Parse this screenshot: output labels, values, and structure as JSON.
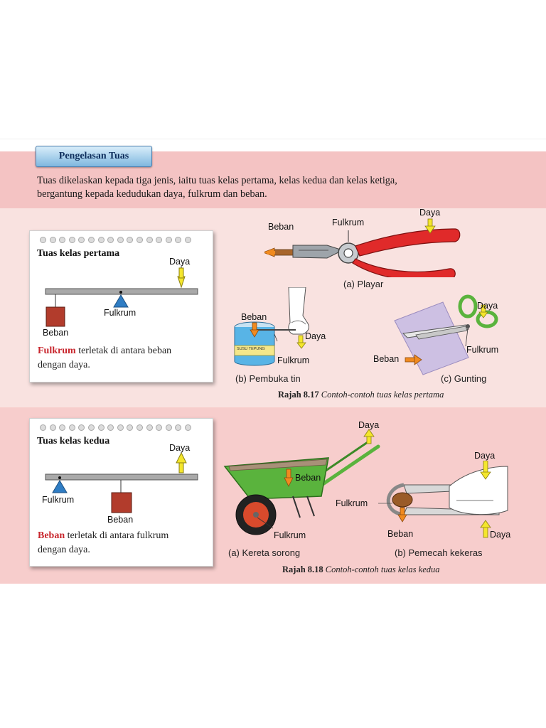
{
  "section": {
    "title": "Pengelasan Tuas",
    "intro_line1": "Tuas dikelaskan kepada tiga jenis, iaitu tuas kelas pertama, kelas kedua dan kelas ketiga,",
    "intro_line2": "bergantung kepada kedudukan daya, fulkrum dan beban."
  },
  "class1": {
    "title": "Tuas kelas pertama",
    "daya": "Daya",
    "fulkrum": "Fulkrum",
    "beban": "Beban",
    "desc_keyword": "Fulkrum",
    "desc_rest": "terletak di antara beban",
    "desc_line2": "dengan daya.",
    "pliers": {
      "beban": "Beban",
      "fulkrum": "Fulkrum",
      "daya": "Daya",
      "caption": "(a) Playar"
    },
    "tin_opener": {
      "beban": "Beban",
      "daya": "Daya",
      "fulkrum": "Fulkrum",
      "can_label": "SUSU TEPUNG",
      "caption": "(b) Pembuka tin"
    },
    "scissors": {
      "daya": "Daya",
      "fulkrum": "Fulkrum",
      "beban": "Beban",
      "caption": "(c) Gunting"
    },
    "figure_num": "Rajah 8.17",
    "figure_text": "Contoh-contoh tuas kelas pertama"
  },
  "class2": {
    "title": "Tuas kelas kedua",
    "daya": "Daya",
    "fulkrum": "Fulkrum",
    "beban": "Beban",
    "desc_keyword": "Beban",
    "desc_rest": "terletak di antara fulkrum",
    "desc_line2": "dengan daya.",
    "wheelbarrow": {
      "daya": "Daya",
      "beban": "Beban",
      "fulkrum": "Fulkrum",
      "caption": "(a) Kereta sorong"
    },
    "nutcracker": {
      "daya_top": "Daya",
      "fulkrum": "Fulkrum",
      "beban": "Beban",
      "daya_bottom": "Daya",
      "caption": "(b) Pemecah kekeras"
    },
    "figure_num": "Rajah 8.18",
    "figure_text": "Contoh-contoh tuas kelas kedua"
  },
  "colors": {
    "band_top": "#f4c3c3",
    "band_light": "#f9e2e0",
    "band_mid": "#f7cdcc",
    "arrow_yellow": "#f4e62c",
    "arrow_orange": "#f08a1f",
    "fulcrum_blue": "#2f7dc4",
    "load_brown": "#b23c2c",
    "keyword_red": "#c8262d",
    "pliers_red": "#e02a2a",
    "wheelbarrow_green": "#5ab33d"
  }
}
